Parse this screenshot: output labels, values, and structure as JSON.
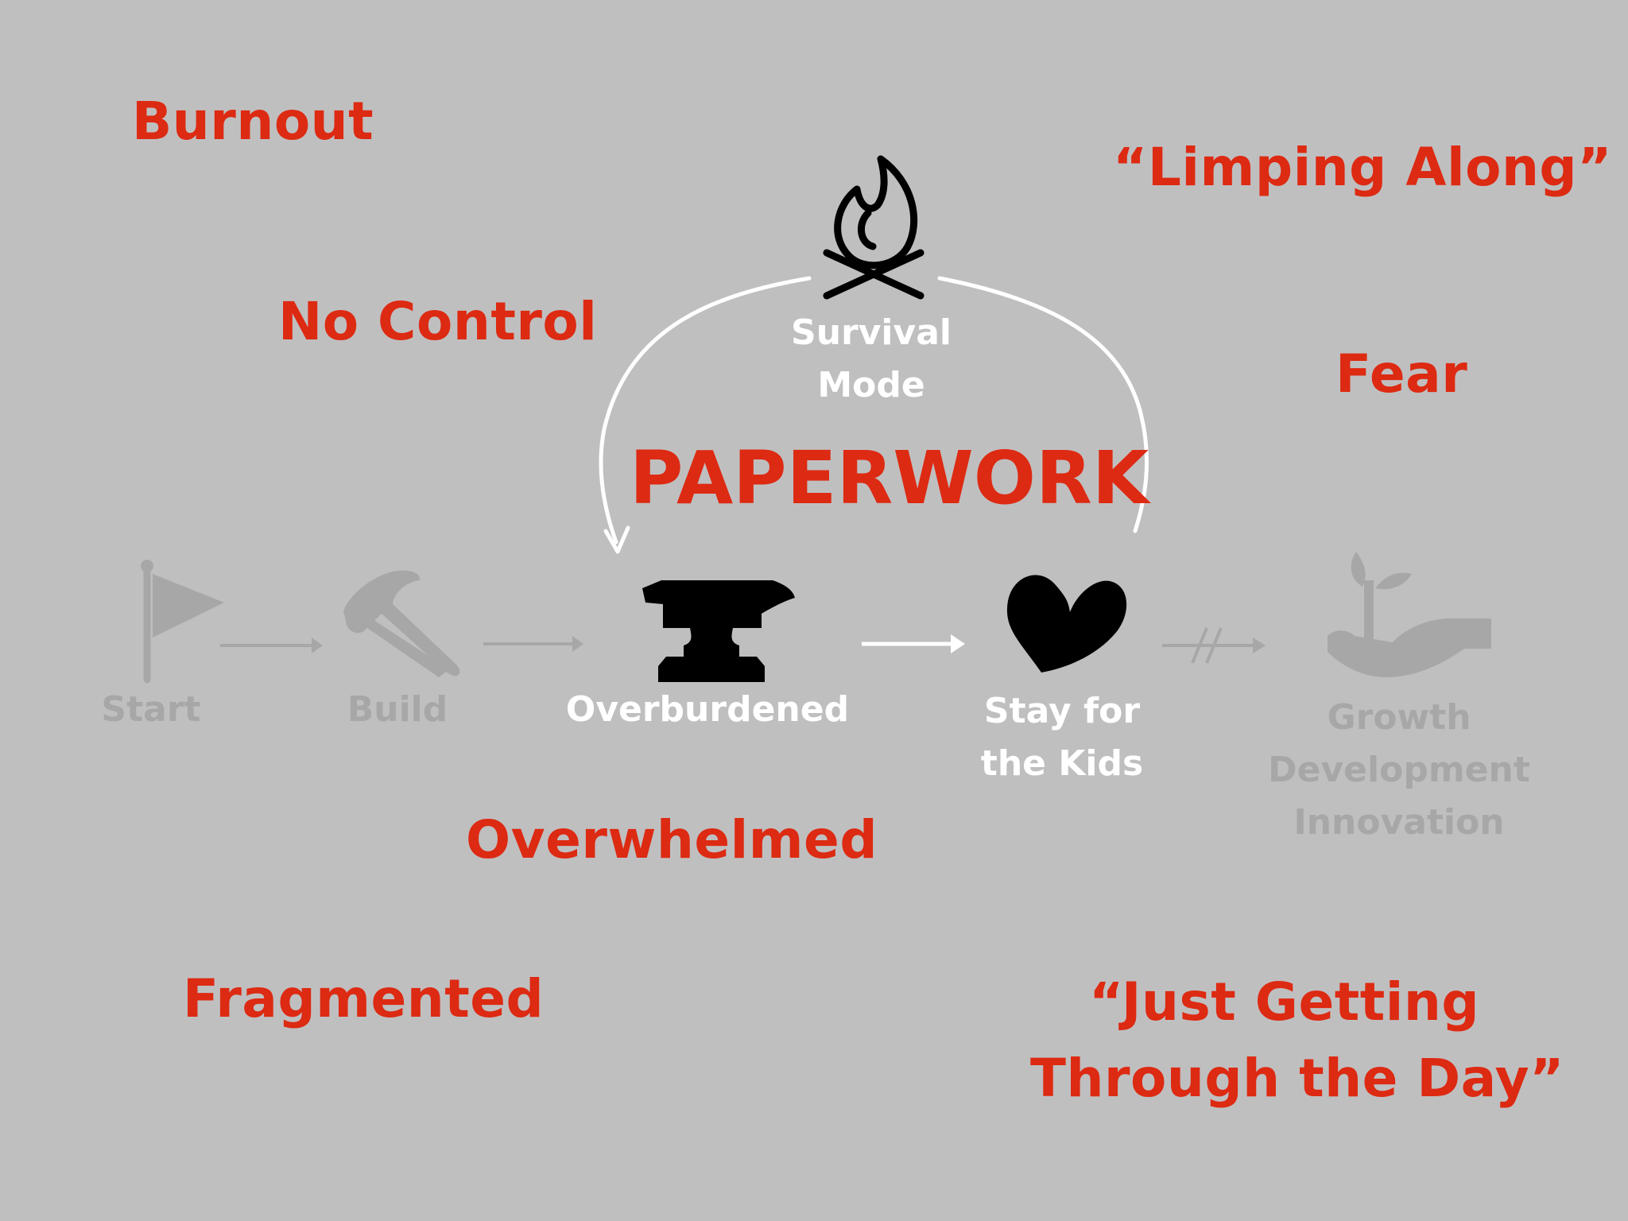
{
  "red_words": {
    "burnout": "Burnout",
    "limping_along": "“Limping Along”",
    "no_control": "No Control",
    "fear": "Fear",
    "overwhelmed": "Overwhelmed",
    "fragmented": "Fragmented",
    "just_getting_line1": "“Just Getting",
    "just_getting_line2": "Through the Day”"
  },
  "center_title": "PAPERWORK",
  "loop_label": {
    "line1": "Survival",
    "line2": "Mode"
  },
  "stages": {
    "start": "Start",
    "build": "Build",
    "overburdened": "Overburdened",
    "stay_line1": "Stay for",
    "stay_line2": "the Kids",
    "growth_line1": "Growth",
    "growth_line2": "Development",
    "growth_line3": "Innovation"
  },
  "icons": {
    "campfire": "campfire-icon",
    "flag": "flag-icon",
    "hammer": "hammer-icon",
    "anvil": "anvil-icon",
    "heart": "heart-icon",
    "plant_in_hand": "plant-in-hand-icon"
  },
  "colors": {
    "background": "#c0bfc0",
    "accent_red": "#dd2a12",
    "active": "#000000",
    "faded": "#a8a7a8",
    "label_white": "#ffffff"
  }
}
